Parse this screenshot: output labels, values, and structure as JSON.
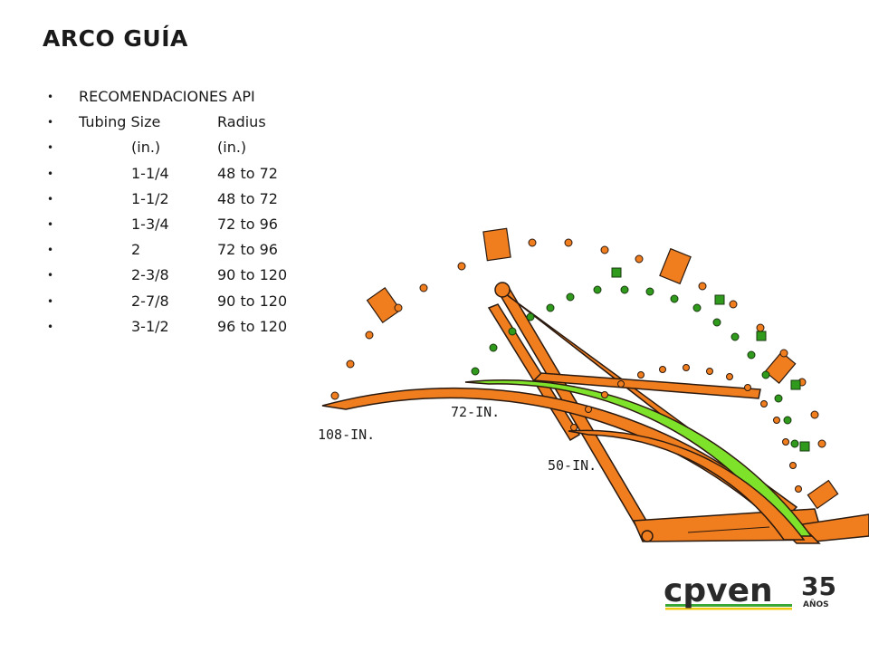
{
  "title": "ARCO GUÍA",
  "heading": "RECOMENDACIONES API",
  "col_headers": [
    "Tubing Size",
    "Radius"
  ],
  "col_units": [
    "(in.)",
    "(in.)"
  ],
  "rows": [
    {
      "size": "1-1/4",
      "radius": "48 to 72"
    },
    {
      "size": "1-1/2",
      "radius": "48 to 72"
    },
    {
      "size": "1-3/4",
      "radius": "72 to 96"
    },
    {
      "size": "2",
      "radius": "72 to 96"
    },
    {
      "size": "2-3/8",
      "radius": "90 to 120"
    },
    {
      "size": "2-7/8",
      "radius": "90 to 120"
    },
    {
      "size": "3-1/2",
      "radius": "96 to 120"
    }
  ],
  "bullet": "•",
  "diagram": {
    "labels": {
      "arc_108": "108-IN.",
      "arc_72": "72-IN.",
      "arc_50": "50-IN."
    },
    "colors": {
      "orange": "#f07d1e",
      "green": "#7ee22a",
      "outline": "#2b1a10"
    }
  },
  "logo": {
    "brand": "cpven",
    "number": "35",
    "sub": "AÑOS",
    "colors": {
      "dark": "#2a2a2a",
      "green": "#3aa635",
      "yellow": "#f2c811"
    }
  }
}
